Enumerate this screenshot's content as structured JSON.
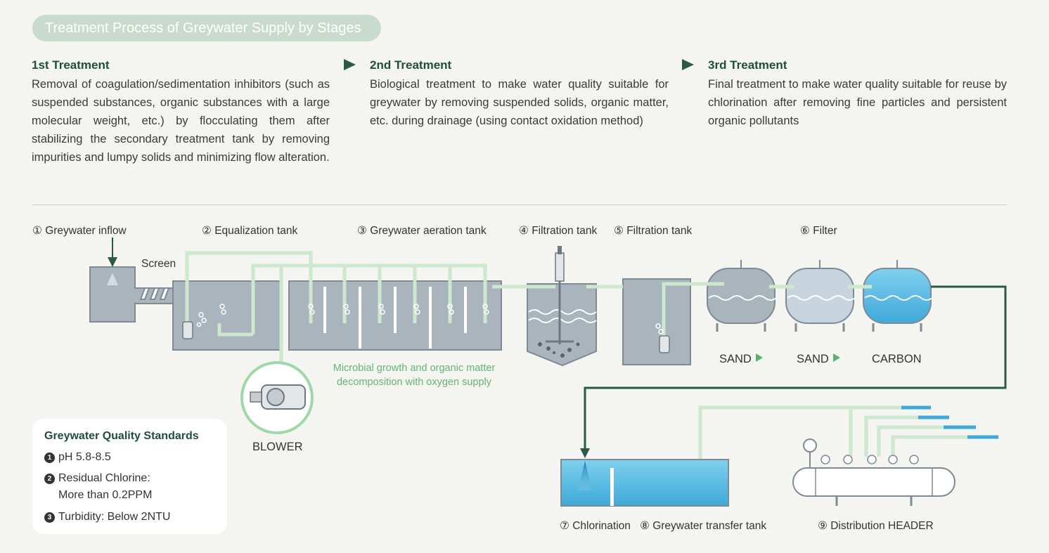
{
  "title": "Treatment Process of Greywater Supply by Stages",
  "stages": [
    {
      "heading": "1st Treatment",
      "text": "Removal of coagulation/sedimentation inhibitors (such as suspended substances, organic substances with a large molecular weight, etc.) by flocculating them after stabilizing the secondary treatment tank by removing impurities and lumpy solids and minimizing flow alteration."
    },
    {
      "heading": "2nd Treatment",
      "text": "Biological treatment to make water quality suitable for greywater by removing suspended solids, organic matter, etc. during drainage (using contact oxidation method)"
    },
    {
      "heading": "3rd Treatment",
      "text": "Final treatment to make water quality suitable for reuse by chlorination after removing fine particles and persistent organic pollutants"
    }
  ],
  "process": {
    "greywater_inflow": "① Greywater inflow",
    "equalization_tank": "② Equalization tank",
    "aeration_tank": "③ Greywater aeration tank",
    "filtration_tank_4": "④ Filtration tank",
    "filtration_tank_5": "⑤ Filtration tank",
    "filter": "⑥ Filter",
    "screen": "Screen",
    "microbial_note_line1": "Microbial growth and organic matter",
    "microbial_note_line2": "decomposition with oxygen supply",
    "blower": "BLOWER",
    "sand1": "SAND",
    "sand2": "SAND",
    "carbon": "CARBON",
    "chlorination": "⑦ Chlorination",
    "transfer_tank": "⑧ Greywater transfer tank",
    "distribution_header": "⑨ Distribution HEADER"
  },
  "standards": {
    "title": "Greywater Quality Standards",
    "items": [
      {
        "num": "1",
        "line1": "pH 5.8-8.5",
        "line2": ""
      },
      {
        "num": "2",
        "line1": "Residual Chlorine:",
        "line2": "More than 0.2PPM"
      },
      {
        "num": "3",
        "line1": "Turbidity: Below 2NTU",
        "line2": ""
      }
    ]
  },
  "colors": {
    "dark_green": "#2d5a47",
    "light_green_pipe": "#cde8cf",
    "tank_fill": "#a9b4bd",
    "water_blue": "#6cc3e6",
    "accent_green": "#5ab16d"
  }
}
